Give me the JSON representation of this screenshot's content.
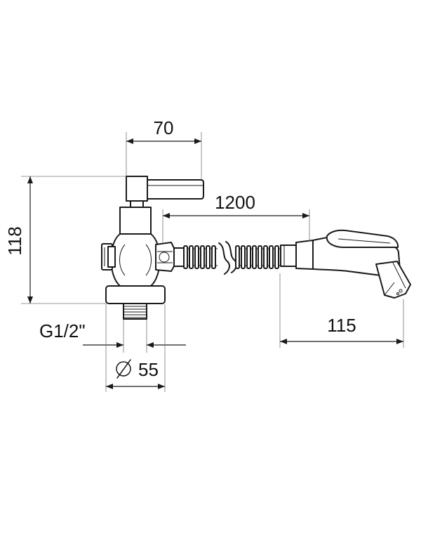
{
  "dimensions": {
    "handle_width": "70",
    "total_height": "118",
    "hose_length": "1200",
    "spray_length": "115",
    "thread": "G1/2\"",
    "diameter": "55"
  },
  "symbols": {
    "diameter": "diameter-symbol"
  }
}
